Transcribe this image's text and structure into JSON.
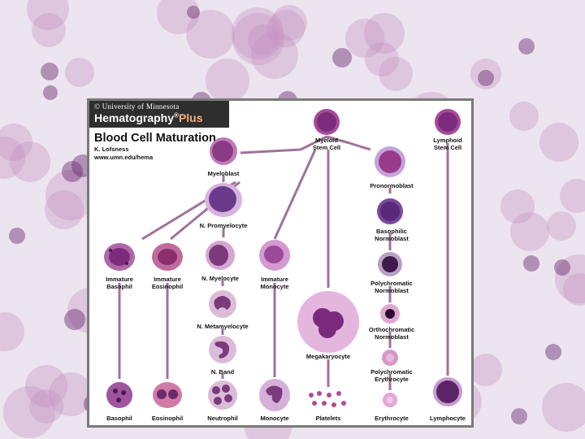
{
  "header": {
    "copyright": "© University of Minnesota",
    "brand": "Hematography",
    "brand_sup": "®",
    "brand_plus": "Plus",
    "title": "Blood Cell Maturation",
    "author": "K. Lofsness",
    "url": "www.umn.edu/hema"
  },
  "cells": {
    "myeloid_stem": "Myeloid\nStem Cell",
    "lymphoid_stem": "Lymphoid\nStem Cell",
    "myeloblast": "Myeloblast",
    "promyelocyte": "N. Promyelocyte",
    "myelocyte": "N. Myelocyte",
    "metamyelocyte": "N. Metamyelocyte",
    "band": "N. Band",
    "neutrophil": "Neutrophil",
    "immature_basophil": "Immature\nBasophil",
    "basophil": "Basophil",
    "immature_eosinophil": "Immature\nEosinophil",
    "eosinophil": "Eosinophil",
    "immature_monocyte": "Immature\nMonocyte",
    "monocyte": "Monocyte",
    "megakaryocyte": "Megakaryocyte",
    "platelets": "Platelets",
    "pronormoblast": "Pronormoblast",
    "basophilic_normoblast": "Basophilic\nNormoblast",
    "polychromatic_normoblast": "Polychromatic\nNormoblast",
    "orthochromatic_normoblast": "Orthochromatic\nNormoblast",
    "polychromatic_erythrocyte": "Polychromatic\nErythrocyte",
    "erythrocyte": "Erythrocyte",
    "lymphocyte": "Lymphocyte"
  },
  "colors": {
    "connector": "#a0729a",
    "cytoplasm": "#c48fc0",
    "nucleus": "#6a2a6e",
    "rbc": "#e3a6d6"
  }
}
